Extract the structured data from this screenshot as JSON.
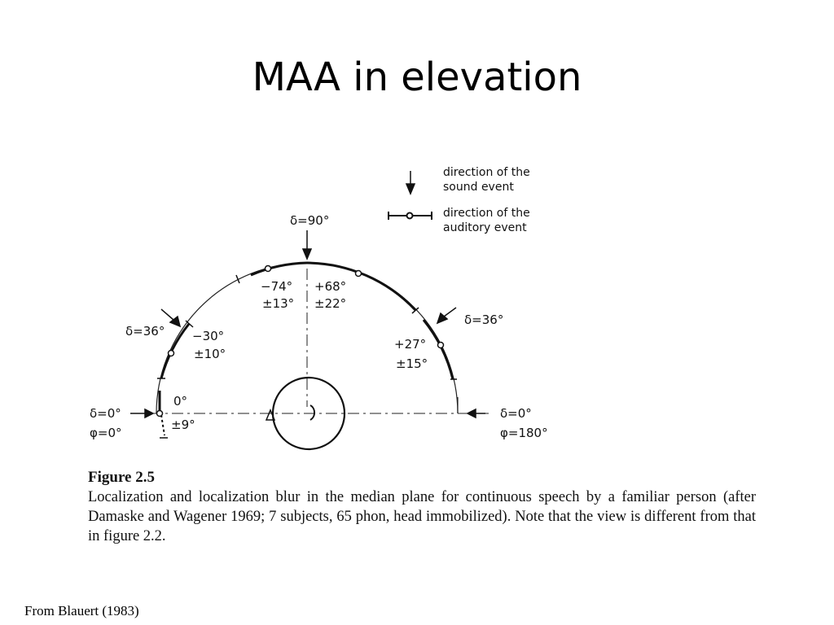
{
  "slide": {
    "title": "MAA in elevation",
    "source": "From Blauert (1983)"
  },
  "figure": {
    "legend": {
      "sound_event": [
        "direction of the",
        "sound event"
      ],
      "auditory_event": [
        "direction of the",
        "auditory event"
      ]
    },
    "labels": {
      "top_delta": "δ=90°",
      "left_delta": "δ=0°",
      "left_phi": "φ=0°",
      "right_delta": "δ=0°",
      "right_phi": "φ=180°",
      "upper_left_delta": "δ=36°",
      "upper_right_delta": "δ=36°",
      "front_mean": "0°",
      "front_blur": "±9°",
      "front36_mean": "−30°",
      "front36_blur": "±10°",
      "top_left_mean": "−74°",
      "top_left_blur": "±13°",
      "top_right_mean": "+68°",
      "top_right_blur": "±22°",
      "rear36_mean": "+27°",
      "rear36_blur": "±15°"
    },
    "caption": {
      "heading": "Figure 2.5",
      "body": "Localization and localization blur in the median plane for continuous speech by a familiar person (after Damaske and Wagener 1969; 7 subjects, 65 phon, head immobilized). Note that the view is different from that in figure 2.2."
    }
  }
}
